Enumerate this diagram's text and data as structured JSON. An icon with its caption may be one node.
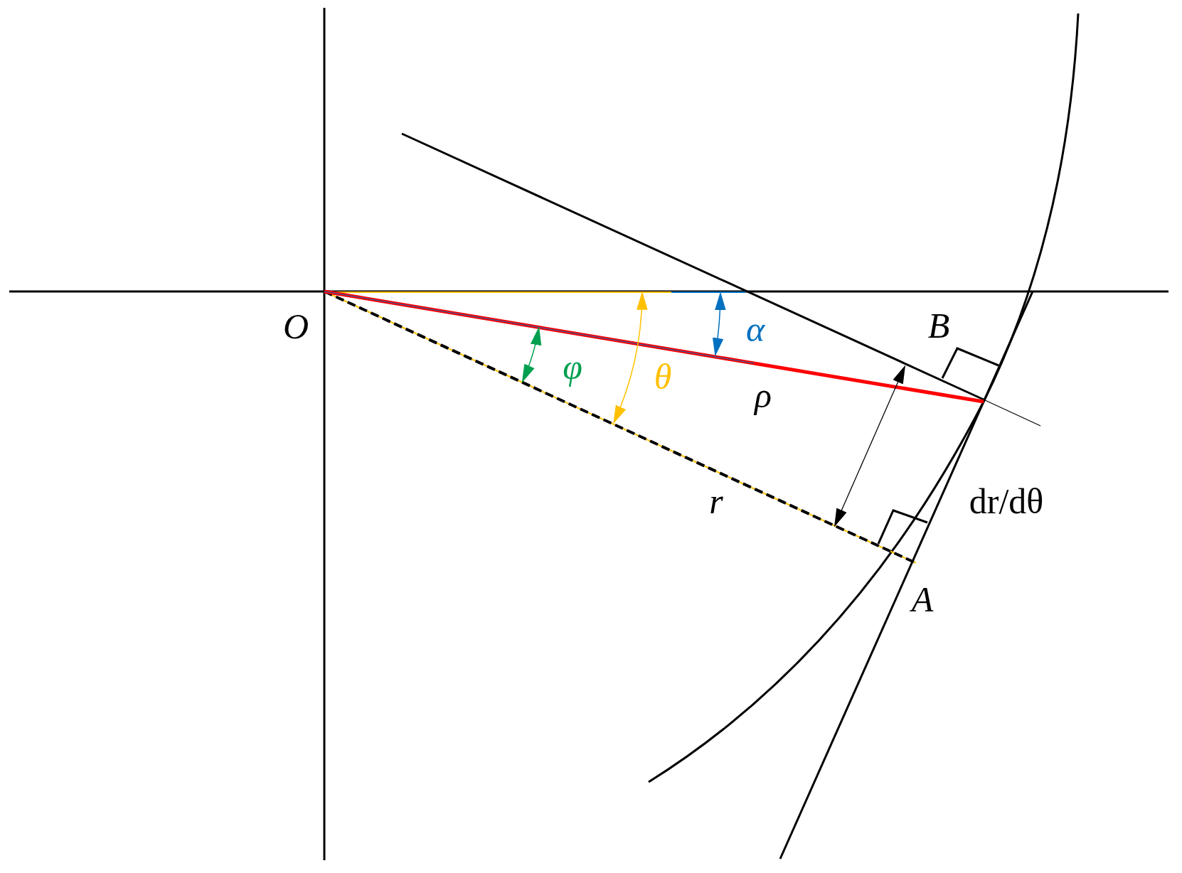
{
  "diagram": {
    "labels": [
      "O",
      "B",
      "α",
      "φ",
      "θ",
      "ρ",
      "r",
      "dr/dθ",
      "A"
    ]
  }
}
